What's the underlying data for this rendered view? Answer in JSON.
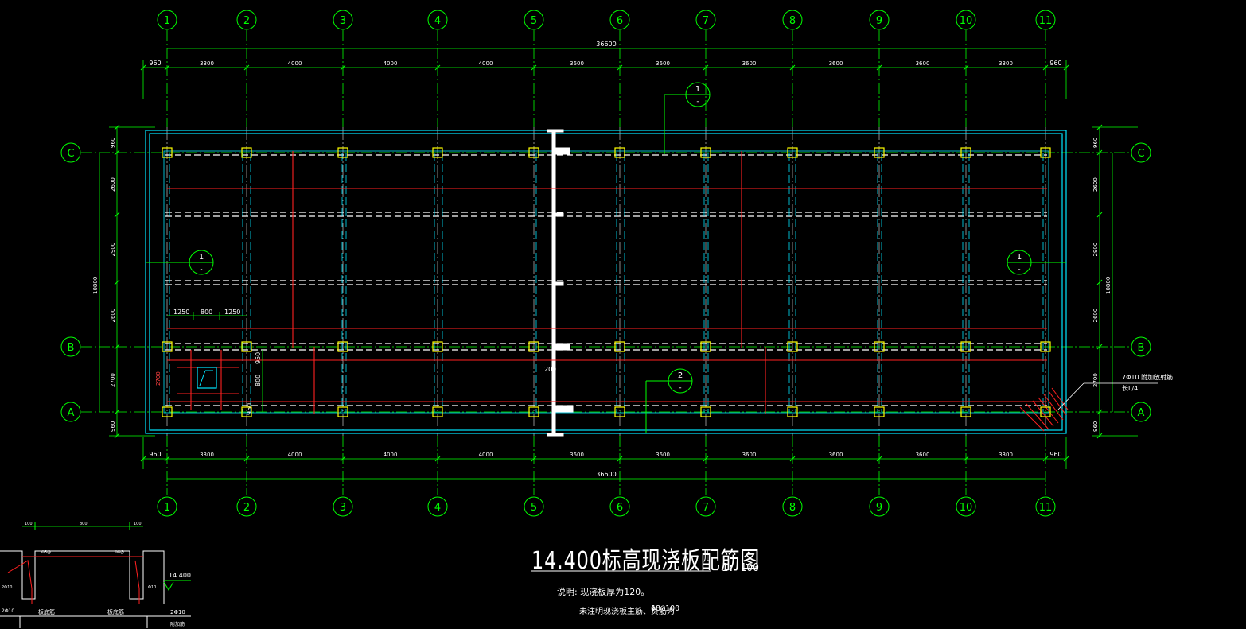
{
  "drawing": {
    "title": "14.400标高现浇板配筋图",
    "scale": "1: 100",
    "note_line1": "说明: 现浇板厚为120。",
    "note_line2": "未注明现浇板主筋、负筋为",
    "note_line3": "Φ8@100"
  },
  "grid": {
    "columns": [
      "1",
      "2",
      "3",
      "4",
      "5",
      "6",
      "7",
      "8",
      "9",
      "10",
      "11"
    ],
    "rows": [
      "C",
      "B",
      "A"
    ]
  },
  "dimensions": {
    "overall": "36600",
    "overhang": "960",
    "bays": [
      "3300",
      "4000",
      "4000",
      "4000",
      "3600",
      "3600",
      "3600",
      "3600",
      "3600",
      "3300"
    ],
    "vertical_left": [
      "960",
      "2600",
      "2900",
      "2600",
      "2700",
      "960"
    ],
    "vertical_total": "10800",
    "opening": [
      "1250",
      "800",
      "1250"
    ],
    "opening_v": [
      "950",
      "800",
      "950"
    ],
    "small_2700": "2700",
    "joint_200": "200"
  },
  "sections": {
    "s1_top": {
      "num": "1",
      "sub": "-"
    },
    "s1_left": {
      "num": "1",
      "sub": "-"
    },
    "s1_right": {
      "num": "1",
      "sub": "-"
    },
    "s2": {
      "num": "2",
      "sub": "-"
    }
  },
  "callout": {
    "line1": "7Φ10 附加放射筋",
    "line2": "长L/4"
  },
  "detail": {
    "dims": [
      "100",
      "800",
      "100"
    ],
    "elev": "14.400",
    "labels": [
      "板底筋",
      "板底筋",
      "2Φ10"
    ],
    "rebar_tags": [
      "Φ8@",
      "Φ8@"
    ],
    "side_tags": [
      "2Φ10",
      "Φ10"
    ],
    "bottom": "2Φ10",
    "note": "附加筋"
  },
  "colors": {
    "background": "#000000",
    "grid_lines": "#00ff00",
    "slab_edge": "#00ffff",
    "rebar": "#ff2020",
    "text": "#ffffff",
    "columns": "#ffff00"
  }
}
